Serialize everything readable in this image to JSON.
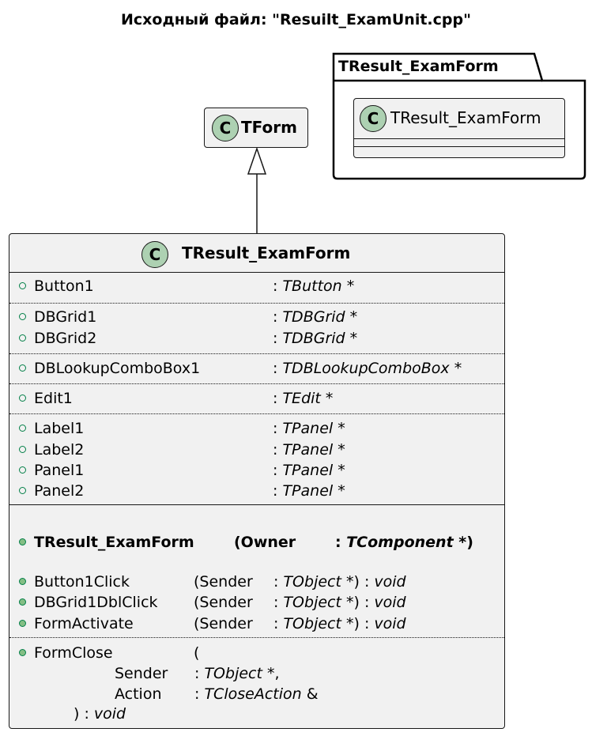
{
  "title": "Исходный файл: \"Resuilt_ExamUnit.cpp\"",
  "package": {
    "name": "TResult_ExamForm",
    "class": {
      "stereotype_letter": "C",
      "name": "TResult_ExamForm"
    }
  },
  "parent_class": {
    "stereotype_letter": "C",
    "name": "TForm"
  },
  "main_class": {
    "stereotype_letter": "C",
    "name": "TResult_ExamForm",
    "fields": [
      {
        "name": "Button1",
        "type": "TButton",
        "suffix": " *"
      },
      {
        "name": "DBGrid1",
        "type": "TDBGrid",
        "suffix": " *"
      },
      {
        "name": "DBGrid2",
        "type": "TDBGrid",
        "suffix": " *"
      },
      {
        "name": "DBLookupComboBox1",
        "type": "TDBLookupComboBox",
        "suffix": " *"
      },
      {
        "name": "Edit1",
        "type": "TEdit",
        "suffix": " *"
      },
      {
        "name": "Label1",
        "type": "TPanel",
        "suffix": " *"
      },
      {
        "name": "Label2",
        "type": "TPanel",
        "suffix": " *"
      },
      {
        "name": "Panel1",
        "type": "TPanel",
        "suffix": " *"
      },
      {
        "name": "Panel2",
        "type": "TPanel",
        "suffix": " *"
      }
    ],
    "constructor": {
      "name": "TResult_ExamForm",
      "param_open": "(Owner",
      "type": "TComponent",
      "close": " *)"
    },
    "methods": [
      {
        "name": "Button1Click",
        "param": "(Sender",
        "type": "TObject",
        "close": " *) : ",
        "ret": "void"
      },
      {
        "name": "DBGrid1DblClick",
        "param": "(Sender",
        "type": "TObject",
        "close": " *) : ",
        "ret": "void"
      },
      {
        "name": "FormActivate",
        "param": "(Sender",
        "type": "TObject",
        "close": " *) : ",
        "ret": "void"
      }
    ],
    "form_close": {
      "name": "FormClose",
      "open": "(",
      "params": [
        {
          "name": "Sender",
          "type": "TObject",
          "suffix": " *,"
        },
        {
          "name": "Action",
          "type": "TCloseAction",
          "suffix": " &"
        }
      ],
      "close": ") : ",
      "ret": "void"
    }
  },
  "colors": {
    "class_fill": "#f1f1f1",
    "circle_fill": "#add1b2",
    "visibility_green": "#038048",
    "visibility_fill": "#84be84",
    "border": "#181818"
  }
}
